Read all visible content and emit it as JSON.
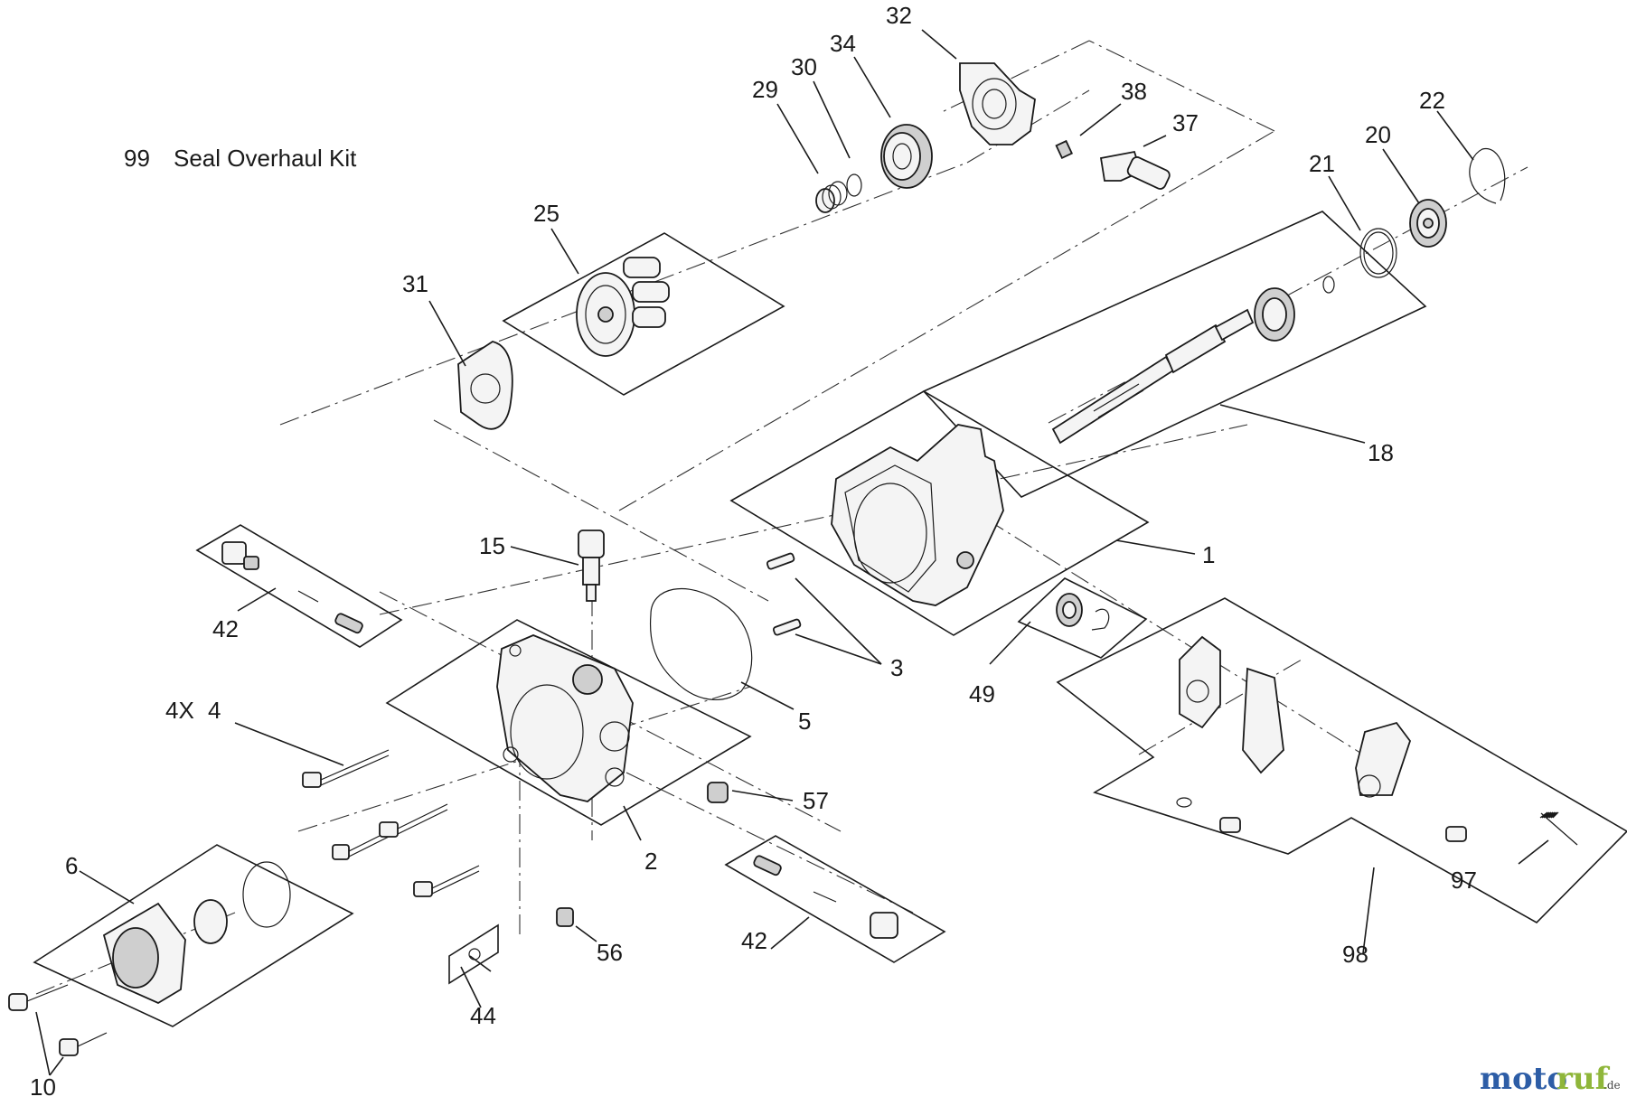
{
  "kit_note": {
    "number": "99",
    "label": "Seal Overhaul Kit"
  },
  "callouts": {
    "c1": "1",
    "c2": "2",
    "c3": "3",
    "c4": "4",
    "c4_qty": "4X",
    "c5": "5",
    "c6": "6",
    "c10": "10",
    "c15": "15",
    "c18": "18",
    "c20": "20",
    "c21": "21",
    "c22": "22",
    "c25": "25",
    "c29": "29",
    "c30": "30",
    "c31": "31",
    "c32": "32",
    "c34": "34",
    "c37": "37",
    "c38": "38",
    "c42a": "42",
    "c42b": "42",
    "c44": "44",
    "c49": "49",
    "c56": "56",
    "c57": "57",
    "c97": "97",
    "c98": "98"
  },
  "watermark": {
    "brand_a": "moto",
    "brand_b": "ruf",
    "suffix": ".de"
  },
  "colors": {
    "line": "#1a1a1a",
    "brand_blue": "#2d5da6",
    "brand_green": "#8fb63a"
  }
}
